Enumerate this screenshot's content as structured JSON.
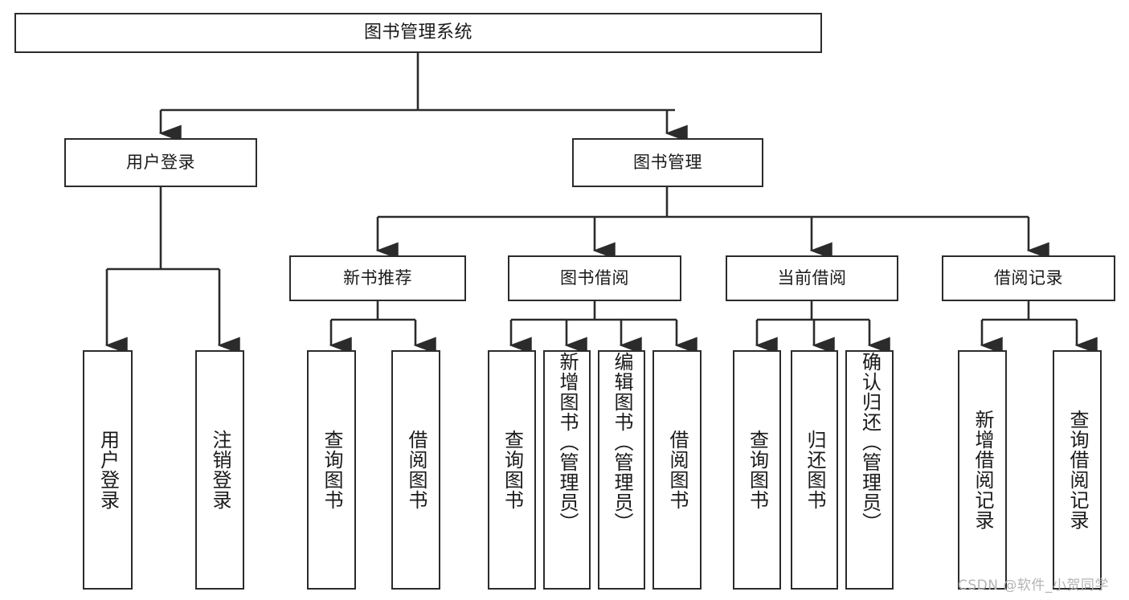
{
  "diagram": {
    "title": "图书管理系统",
    "type": "hierarchy-tree",
    "root": {
      "label": "图书管理系统"
    },
    "level2": [
      {
        "label": "用户登录"
      },
      {
        "label": "图书管理"
      }
    ],
    "level3": [
      {
        "label": "新书推荐"
      },
      {
        "label": "图书借阅"
      },
      {
        "label": "当前借阅"
      },
      {
        "label": "借阅记录"
      }
    ],
    "leaves": {
      "user_login": [
        {
          "label": "用户登录"
        },
        {
          "label": "注销登录"
        }
      ],
      "new_book_recommend": [
        {
          "label": "查询图书"
        },
        {
          "label": "借阅图书"
        }
      ],
      "book_borrow": [
        {
          "label": "查询图书"
        },
        {
          "label": "新增图书（管理员）"
        },
        {
          "label": "编辑图书（管理员）"
        },
        {
          "label": "借阅图书"
        }
      ],
      "current_borrow": [
        {
          "label": "查询图书"
        },
        {
          "label": "归还图书"
        },
        {
          "label": "确认归还（管理员）"
        }
      ],
      "borrow_record": [
        {
          "label": "新增借阅记录"
        },
        {
          "label": "查询借阅记录"
        }
      ]
    }
  },
  "watermark": {
    "text": "CSDN @软件_小贺同学"
  },
  "colors": {
    "stroke": "#2b2b2b",
    "background": "#ffffff",
    "text": "#1a1a1a",
    "watermark": "#b4b4b4"
  }
}
